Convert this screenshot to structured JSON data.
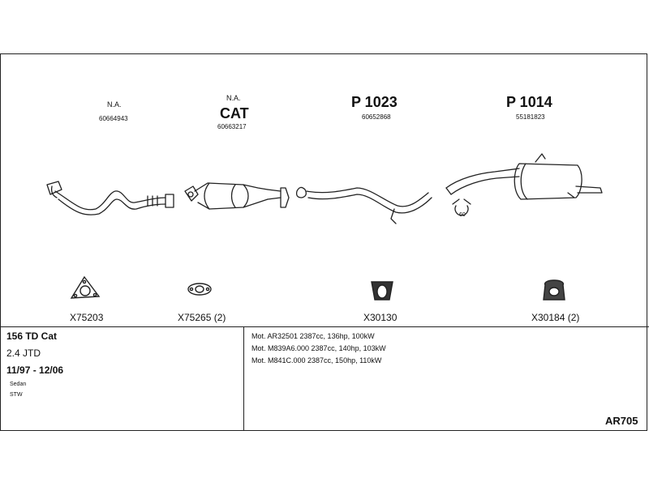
{
  "columns": [
    {
      "status": "N.A.",
      "label": "",
      "part_no": "60664943"
    },
    {
      "status": "N.A.",
      "label": "CAT",
      "part_no": "60663217"
    },
    {
      "status": "",
      "label": "P 1023",
      "part_no": "60652868"
    },
    {
      "status": "",
      "label": "P 1014",
      "part_no": "55181823"
    }
  ],
  "clamp_label": "60",
  "fittings": [
    {
      "code": "X75203",
      "icon": "triangle-gasket-icon"
    },
    {
      "code": "X75265 (2)",
      "icon": "oval-gasket-icon"
    },
    {
      "code": "X30130",
      "icon": "rubber-mount-icon"
    },
    {
      "code": "X30184 (2)",
      "icon": "rubber-hanger-icon"
    }
  ],
  "vehicle": {
    "model": "156 TD Cat",
    "engine": "2.4 JTD",
    "years": "11/97 - 12/06",
    "body": [
      "Sedan",
      "STW"
    ]
  },
  "motors": [
    "Mot. AR32501 2387cc, 136hp, 100kW",
    "Mot. M839A6.000 2387cc, 140hp, 103kW",
    "Mot. M841C.000 2387cc, 150hp, 110kW"
  ],
  "ref": "AR705"
}
